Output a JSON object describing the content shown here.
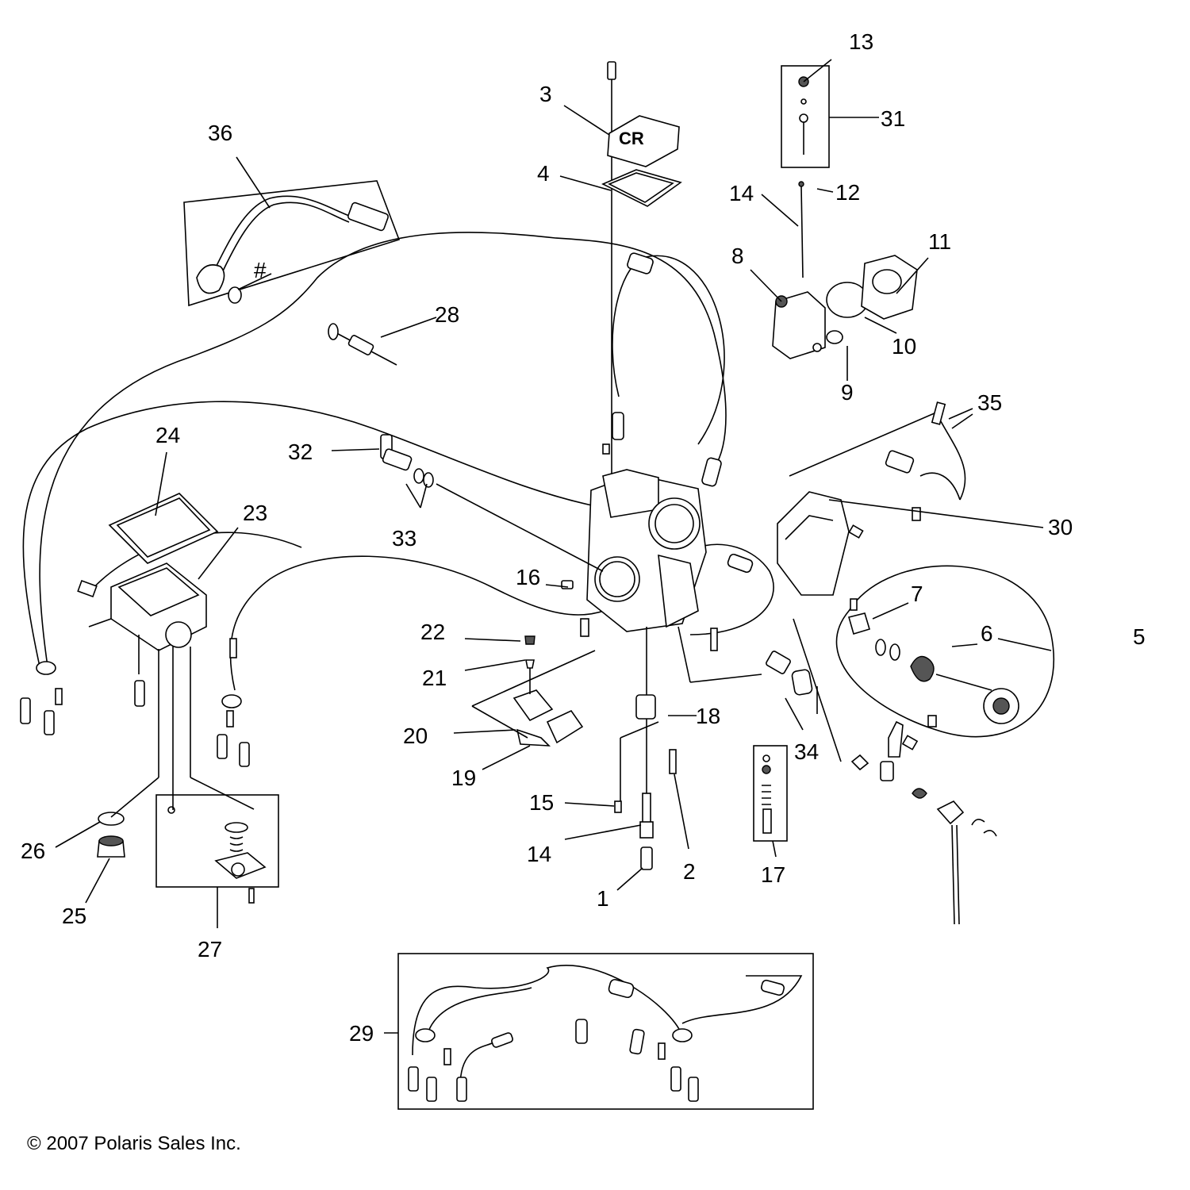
{
  "callouts": [
    {
      "id": "1",
      "text": "1"
    },
    {
      "id": "2",
      "text": "2"
    },
    {
      "id": "3",
      "text": "3"
    },
    {
      "id": "4",
      "text": "4"
    },
    {
      "id": "5",
      "text": "5"
    },
    {
      "id": "6",
      "text": "6"
    },
    {
      "id": "7",
      "text": "7"
    },
    {
      "id": "8",
      "text": "8"
    },
    {
      "id": "9",
      "text": "9"
    },
    {
      "id": "10",
      "text": "10"
    },
    {
      "id": "11",
      "text": "11"
    },
    {
      "id": "12",
      "text": "12"
    },
    {
      "id": "13",
      "text": "13"
    },
    {
      "id": "14a",
      "text": "14"
    },
    {
      "id": "14b",
      "text": "14"
    },
    {
      "id": "15",
      "text": "15"
    },
    {
      "id": "16",
      "text": "16"
    },
    {
      "id": "17",
      "text": "17"
    },
    {
      "id": "18",
      "text": "18"
    },
    {
      "id": "19",
      "text": "19"
    },
    {
      "id": "20",
      "text": "20"
    },
    {
      "id": "21",
      "text": "21"
    },
    {
      "id": "22",
      "text": "22"
    },
    {
      "id": "23",
      "text": "23"
    },
    {
      "id": "24",
      "text": "24"
    },
    {
      "id": "25",
      "text": "25"
    },
    {
      "id": "26",
      "text": "26"
    },
    {
      "id": "27",
      "text": "27"
    },
    {
      "id": "28",
      "text": "28"
    },
    {
      "id": "29",
      "text": "29"
    },
    {
      "id": "30",
      "text": "30"
    },
    {
      "id": "31",
      "text": "31"
    },
    {
      "id": "32",
      "text": "32"
    },
    {
      "id": "33",
      "text": "33"
    },
    {
      "id": "34",
      "text": "34"
    },
    {
      "id": "35",
      "text": "35"
    },
    {
      "id": "36",
      "text": "36"
    },
    {
      "id": "hash",
      "text": "#"
    }
  ],
  "cover_marking": "CR",
  "copyright": "© 2007 Polaris Sales Inc."
}
